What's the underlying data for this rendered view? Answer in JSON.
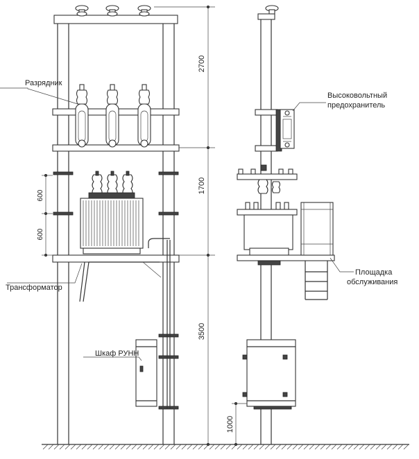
{
  "labels": {
    "arrester": "Разрядник",
    "transformer": "Трансформатор",
    "cabinet": "Шкаф РУНН",
    "fuse_line1": "Высоковольтный",
    "fuse_line2": "предохранитель",
    "platform_line1": "Площадка",
    "platform_line2": "обслуживания"
  },
  "dimensions": {
    "d2700": "2700",
    "d1700": "1700",
    "d3500": "3500",
    "d1000": "1000",
    "d600a": "600",
    "d600b": "600"
  }
}
